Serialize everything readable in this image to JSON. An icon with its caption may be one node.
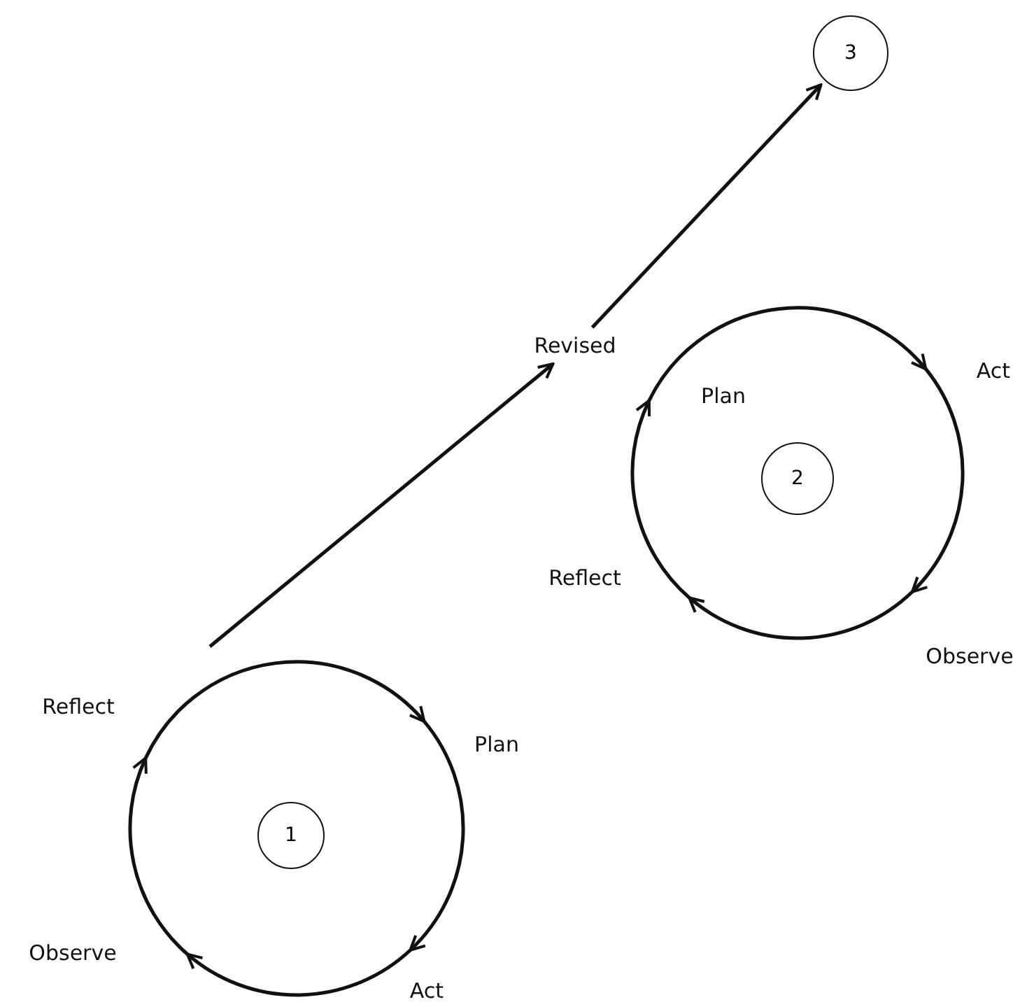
{
  "diagram": {
    "nodes": [
      {
        "text": [
          "3"
        ]
      },
      {
        "text": [
          "Revised"
        ]
      },
      {
        "text": [
          "Act"
        ]
      },
      {
        "text": [
          "Plan"
        ]
      },
      {
        "text": [
          "2"
        ]
      },
      {
        "text": [
          "Reflect"
        ]
      },
      {
        "text": [
          "Observe"
        ]
      },
      {
        "text": [
          "Reflect"
        ]
      },
      {
        "text": [
          "Plan"
        ]
      },
      {
        "text": [
          "1"
        ]
      },
      {
        "text": [
          "Observe"
        ]
      },
      {
        "text": [
          "Act"
        ]
      }
    ],
    "edges": [
      {
        "from": null,
        "to": 1,
        "arrow": "to"
      },
      {
        "from": 1,
        "to": 0,
        "arrow": "to"
      },
      {
        "from": 3,
        "to": 2,
        "arrow": "to"
      },
      {
        "from": 2,
        "to": 6,
        "arrow": "to"
      },
      {
        "from": 6,
        "to": 5,
        "arrow": "to"
      },
      {
        "from": 5,
        "to": 3,
        "arrow": "to"
      },
      {
        "from": 7,
        "to": 8,
        "arrow": "to"
      },
      {
        "from": 8,
        "to": 11,
        "arrow": "to"
      },
      {
        "from": 11,
        "to": 10,
        "arrow": "to"
      },
      {
        "from": 10,
        "to": 7,
        "arrow": "to"
      }
    ]
  }
}
